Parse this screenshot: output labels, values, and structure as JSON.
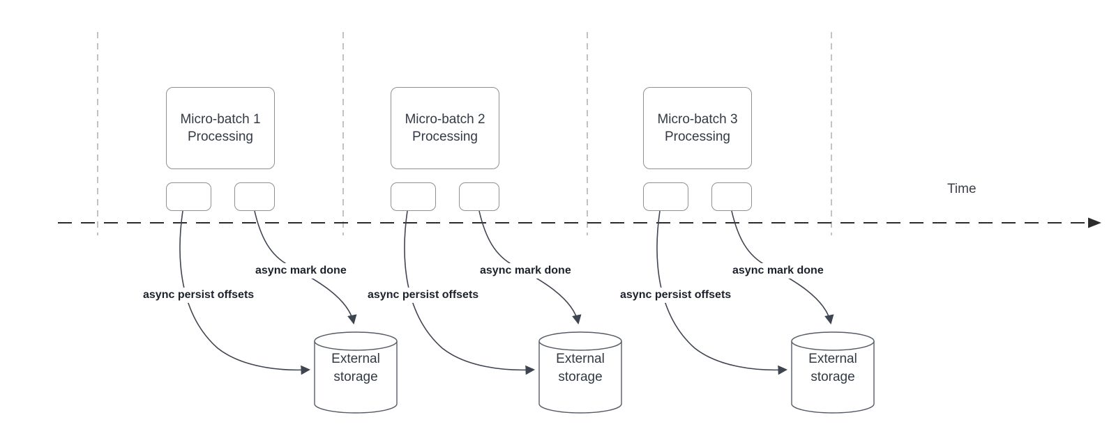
{
  "timeline": {
    "label": "Time"
  },
  "groups": [
    {
      "box_title": "Micro-batch 1\nProcessing",
      "persist_label": "async persist offsets",
      "done_label": "async mark done",
      "storage_label": "External\nstorage"
    },
    {
      "box_title": "Micro-batch 2\nProcessing",
      "persist_label": "async persist offsets",
      "done_label": "async mark done",
      "storage_label": "External\nstorage"
    },
    {
      "box_title": "Micro-batch 3\nProcessing",
      "persist_label": "async persist offsets",
      "done_label": "async mark done",
      "storage_label": "External\nstorage"
    }
  ],
  "colors": {
    "background": "#ffffff",
    "box_border": "#8b9096",
    "cylinder_stroke": "#555b66",
    "arrow_curve": "#3e4450",
    "time_axis": "#2b2b2b",
    "period_divider": "#b3b3b6",
    "box_text": "#333a45",
    "bold_label_text": "#1c212b"
  }
}
